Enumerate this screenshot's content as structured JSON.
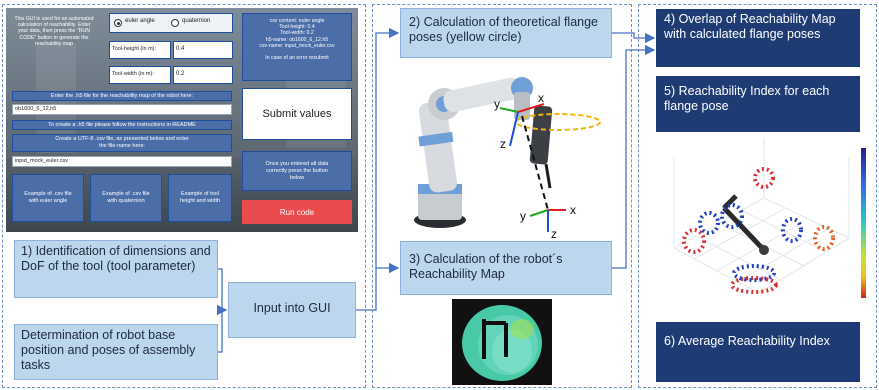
{
  "gui": {
    "intro": "This GUI is used for an automated calculation of reachability. Enter your data, then press the \"RUN CODE\" button to generate the reachability map",
    "radio_euler": "euler angle",
    "radio_quaternion": "quaternion",
    "tool_height_label": "Tool-height (in m):",
    "tool_height_value": "0.4",
    "tool_width_label": "Tool-width (in m):",
    "tool_width_value": "0.2",
    "csv_info": "csv content: euler angle\nTool-height: 0.4\nTool-width: 0.2\nh5-name: ob1600_6_12.h5\ncsv-name: input_mock_euler.csv\n\nIn case of an error resubmit",
    "h5_prompt": "Enter the .h5 file for the reachability map of the robot here:",
    "h5_value": "ob1600_6_12.h5",
    "submit": "Submit values",
    "h5_instructions": "To create a .h5 file please follow the instructions in README",
    "csv_prompt": "Create a UTF-8 .csv file, as presented below and enter the file-name here:",
    "csv_value": "input_mock_euler.csv",
    "confirm_text": "Once you entered all data correctly press the button below",
    "example_euler": "Example of .csv file with euler angle",
    "example_quaternion": "Example of .csv file with quaternion",
    "example_tool": "Example of tool height and width",
    "run": "Run code"
  },
  "boxes": {
    "step1": "1) Identification of dimensions and DoF of the tool (tool parameter)",
    "determination": "Determination of robot base position and poses of assembly tasks",
    "input": "Input into GUI",
    "step2": "2) Calculation of theoretical flange poses (yellow circle)",
    "step3": "3) Calculation of the robot´s Reachability Map",
    "step4": "4) Overlap of Reachability Map with calculated flange poses",
    "step5": "5) Reachability Index for each flange pose",
    "step6": "6) Average Reachability Index"
  },
  "axes": {
    "x_top": "x",
    "y_top": "y",
    "z_top": "z",
    "x_bottom": "x",
    "y_bottom": "y",
    "z_bottom": "z"
  },
  "colors": {
    "light_box": "#bcd6ee",
    "dark_box": "#1f3b73",
    "panel_border": "#6d8fc7",
    "run_button": "#e84c4c",
    "flange_circle": "#f2b705"
  },
  "icons": [
    "robot-arm-image",
    "reachability-map-image",
    "reachability-scatter-plot-image",
    "colorbar-image"
  ]
}
